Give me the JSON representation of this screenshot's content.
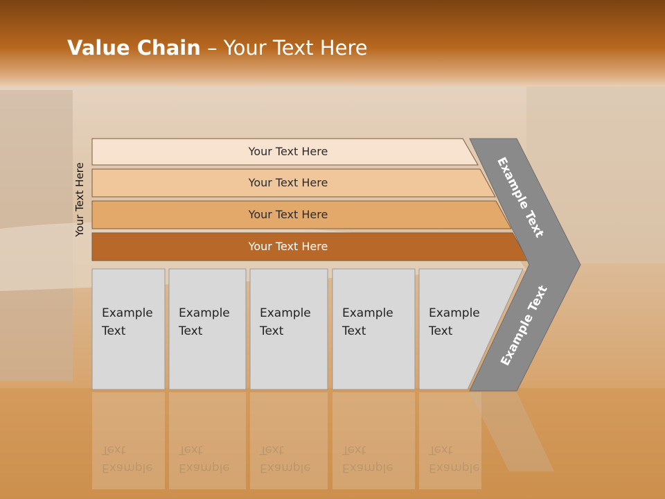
{
  "slide": {
    "title_bold": "Value Chain",
    "title_rest": " – Your Text Here",
    "side_label": "Your Text Here"
  },
  "bars": [
    {
      "label": "Your Text Here",
      "color": "#f7e3d0"
    },
    {
      "label": "Your Text Here",
      "color": "#efc79b"
    },
    {
      "label": "Your Text Here",
      "color": "#e3a96b"
    },
    {
      "label": "Your Text Here",
      "color": "#b8692a"
    }
  ],
  "boxes": [
    {
      "line1": "Example",
      "line2": "Text"
    },
    {
      "line1": "Example",
      "line2": "Text"
    },
    {
      "line1": "Example",
      "line2": "Text"
    },
    {
      "line1": "Example",
      "line2": "Text"
    },
    {
      "line1": "Example",
      "line2": "Text"
    }
  ],
  "arrow": {
    "upper_label": "Example Text",
    "lower_label": "Example Text",
    "color": "#8a8a8a"
  },
  "colors": {
    "header": "#a8591a",
    "box_fill": "#d8d8d8"
  }
}
